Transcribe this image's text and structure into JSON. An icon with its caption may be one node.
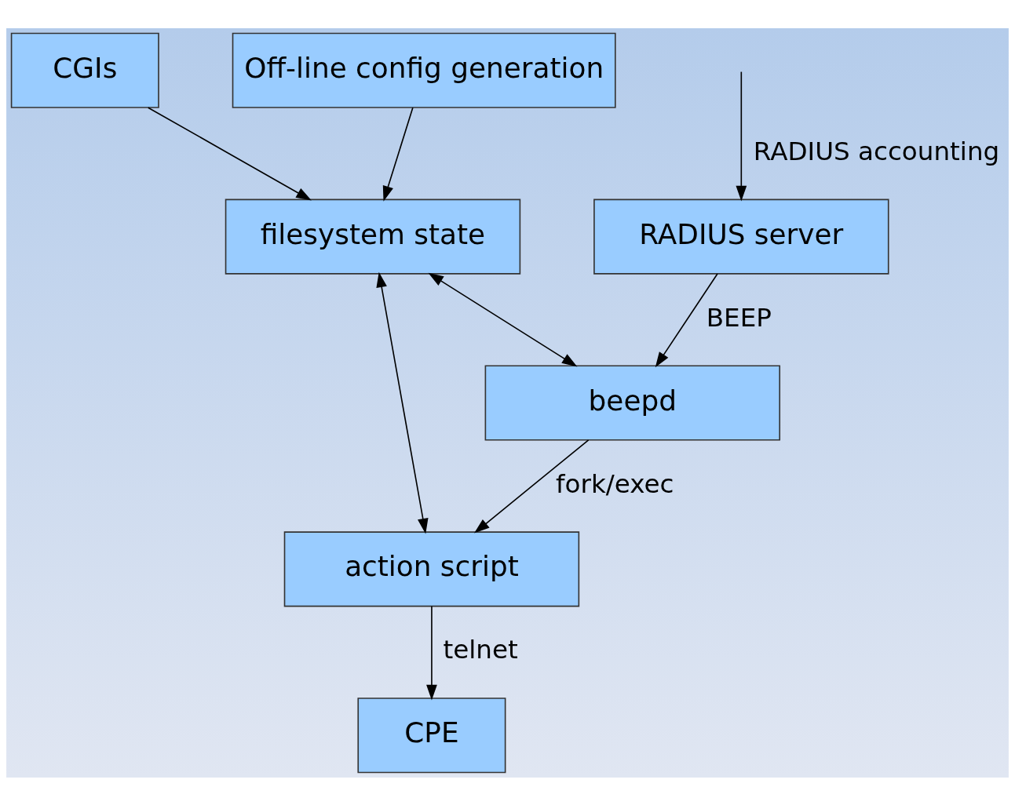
{
  "diagram": {
    "nodes": [
      {
        "text": [
          "RADIUS server"
        ]
      },
      {
        "text": [
          "CGIs"
        ]
      },
      {
        "text": [
          "beepd"
        ]
      },
      {
        "text": [
          "filesystem state"
        ]
      },
      {
        "text": [
          "action script"
        ]
      },
      {
        "text": [
          "Off-line config generation"
        ]
      },
      {
        "text": [
          "CPE"
        ]
      }
    ],
    "edges": [
      {
        "from": null,
        "to": 0,
        "arrow": "to",
        "label": "RADIUS accounting"
      },
      {
        "from": 0,
        "to": 2,
        "arrow": "to",
        "label": "BEEP"
      },
      {
        "from": 1,
        "to": 3,
        "arrow": "to"
      },
      {
        "from": 3,
        "to": 2,
        "arrow": "both"
      },
      {
        "from": 2,
        "to": 4,
        "arrow": "to",
        "label": "fork/exec"
      },
      {
        "from": 3,
        "to": 4,
        "arrow": "both"
      },
      {
        "from": 5,
        "to": 3,
        "arrow": "to"
      },
      {
        "from": 4,
        "to": 6,
        "arrow": "to",
        "label": "telnet"
      }
    ]
  }
}
